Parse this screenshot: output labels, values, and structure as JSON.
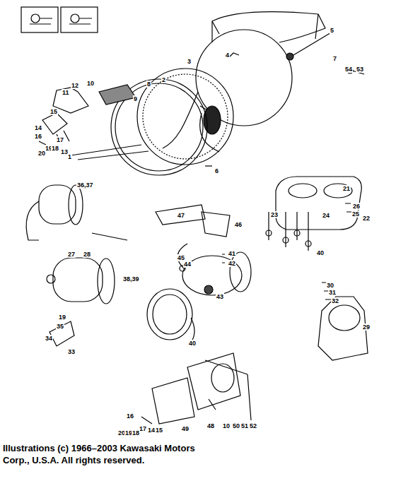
{
  "diagram": {
    "caption": "Illustrations (c) 1966–2003 Kawasaki Motors Corp., U.S.A. All rights reserved.",
    "labels": [
      "5",
      "7",
      "54",
      "53",
      "4",
      "3",
      "2",
      "8",
      "10",
      "9",
      "12",
      "11",
      "15",
      "14",
      "16",
      "19",
      "18",
      "20",
      "17",
      "13",
      "1",
      "6",
      "21",
      "26",
      "25",
      "22",
      "23",
      "24",
      "36,37",
      "47",
      "46",
      "28",
      "27",
      "45",
      "44",
      "41",
      "42",
      "40",
      "38,39",
      "30",
      "31",
      "32",
      "29",
      "43",
      "40",
      "19",
      "35",
      "34",
      "33",
      "16",
      "17",
      "20",
      "19",
      "18",
      "14",
      "15",
      "49",
      "48",
      "10",
      "50",
      "51",
      "52"
    ]
  }
}
